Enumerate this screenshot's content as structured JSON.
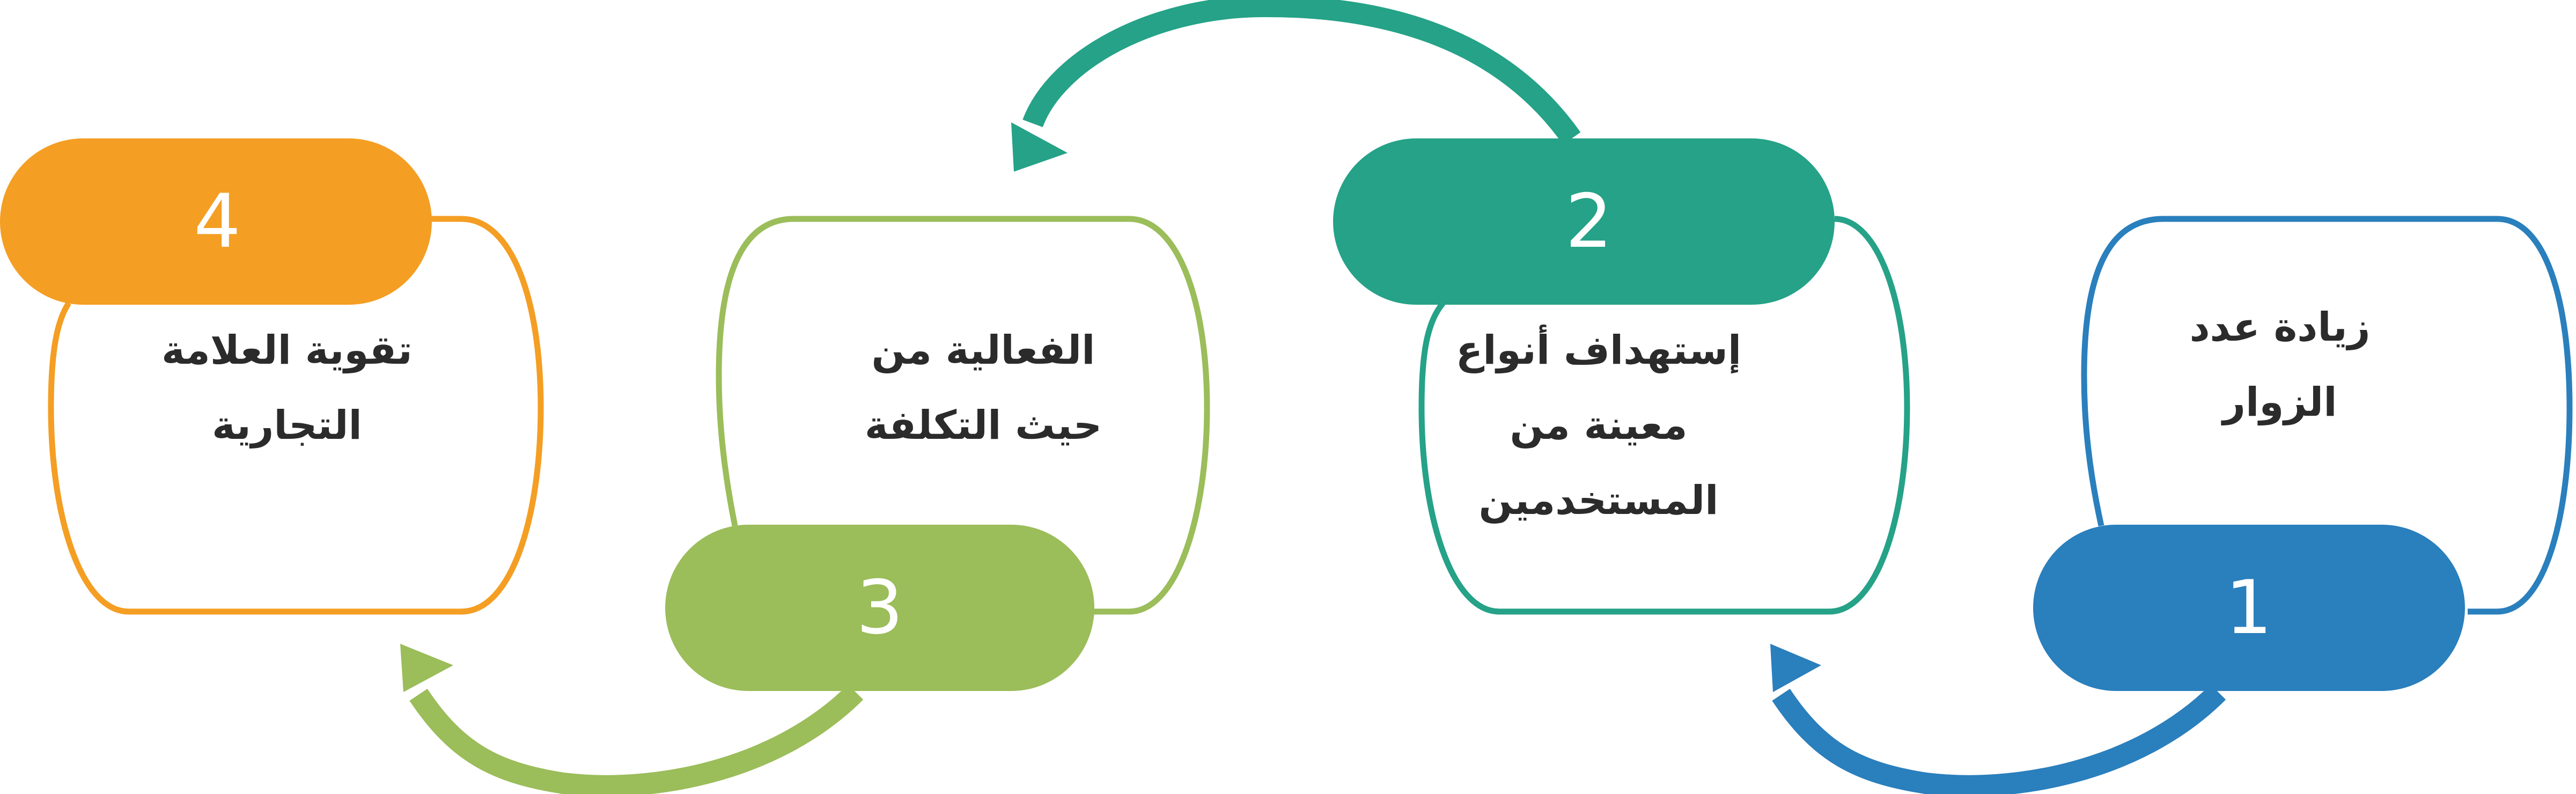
{
  "steps": [
    {
      "number": "1",
      "text_lines": [
        "زيادة عدد",
        "الزوار"
      ],
      "color": "#2a7fbd"
    },
    {
      "number": "2",
      "text_lines": [
        "إستهداف أنواع",
        "معينة من",
        "المستخدمين"
      ],
      "color": "#25a287"
    },
    {
      "number": "3",
      "text_lines": [
        "الفعالية من",
        "حيث التكلفة"
      ],
      "color": "#9bbd5a"
    },
    {
      "number": "4",
      "text_lines": [
        "تقوية العلامة",
        "التجارية"
      ],
      "color": "#f49e23"
    }
  ]
}
